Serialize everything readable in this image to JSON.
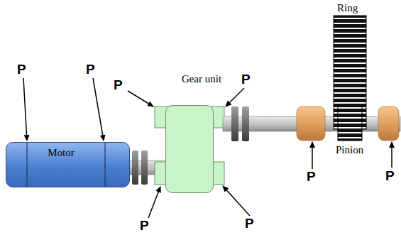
{
  "diagram": {
    "nodes": [
      {
        "text": [
          "Motor"
        ]
      },
      {
        "text": [
          "Gear unit"
        ]
      }
    ],
    "labels": [
      "Ring",
      "P",
      "P",
      "P",
      "P",
      "Pinion",
      "P",
      "P",
      "P",
      "P"
    ]
  }
}
